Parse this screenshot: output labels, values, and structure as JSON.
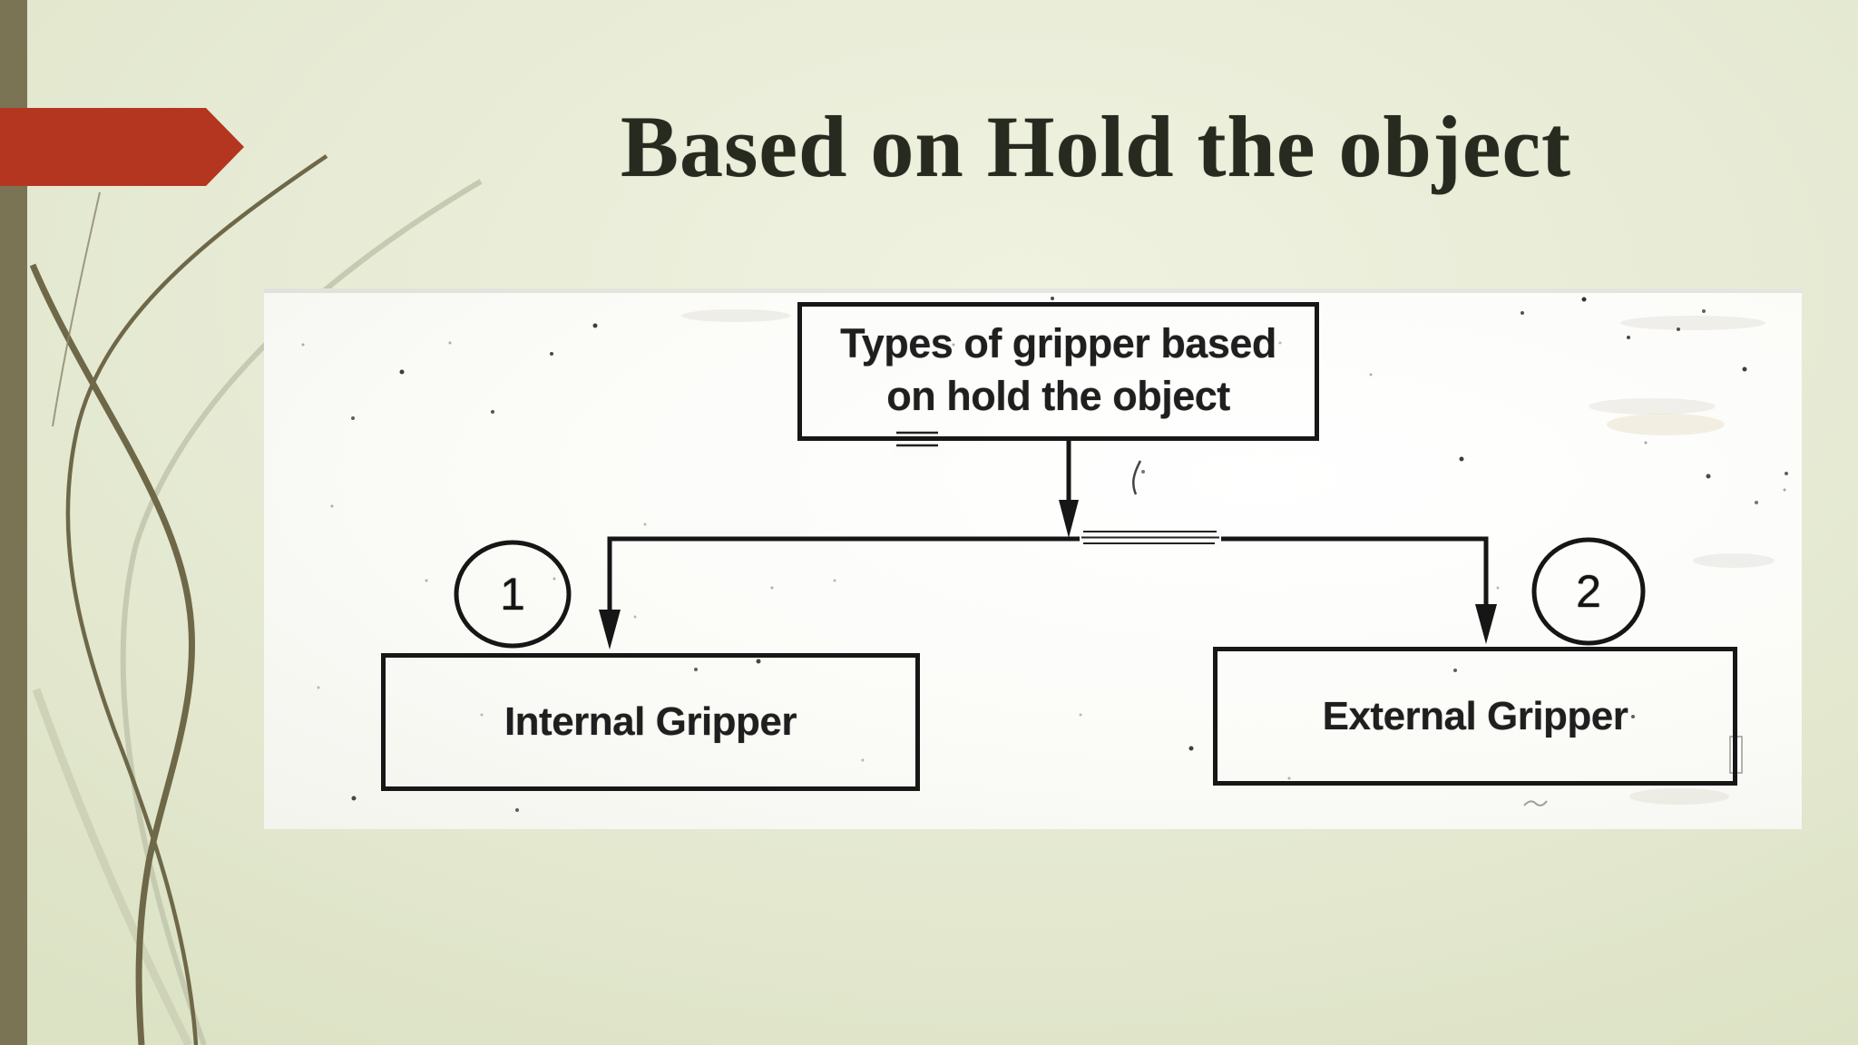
{
  "slide": {
    "title": "Based on Hold the object"
  },
  "diagram": {
    "root": {
      "lines": [
        "Types of gripper based",
        "on hold the object"
      ]
    },
    "branches": [
      {
        "number": "1",
        "label": "Internal Gripper"
      },
      {
        "number": "2",
        "label": "External Gripper"
      }
    ]
  },
  "colors": {
    "accent_red": "#b43520",
    "sidebar_olive": "#7b7454",
    "background_green": "#e7ebd5",
    "panel_paper": "#fbfbf8",
    "ink_black": "#171717",
    "decor_dark_vine": "#6e6849",
    "decor_pale_vine": "#c5cab0"
  }
}
